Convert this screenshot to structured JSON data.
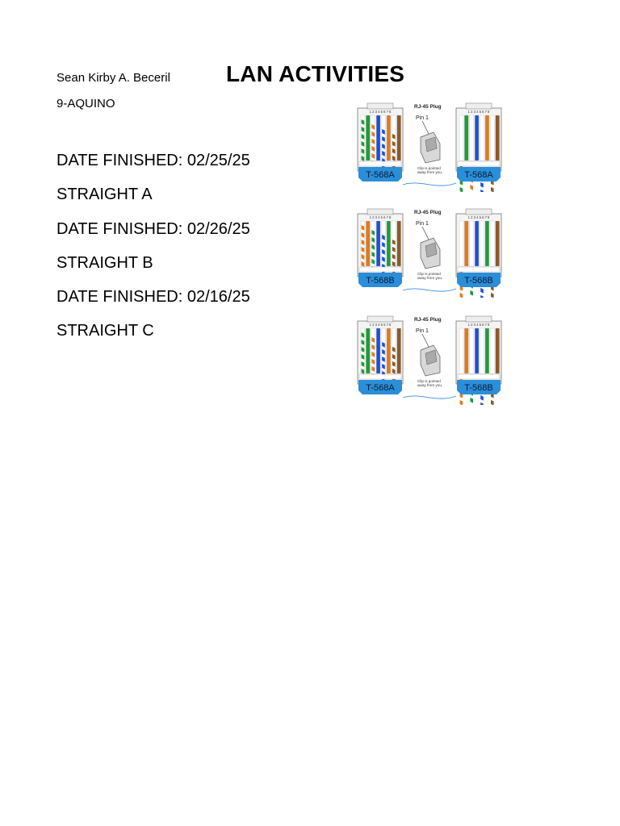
{
  "header": {
    "author": "Sean Kirby A. Beceril",
    "section": "9-AQUINO",
    "title": "LAN ACTIVITIES"
  },
  "entries": [
    "DATE FINISHED: 02/25/25",
    "STRAIGHT A",
    "DATE FINISHED: 02/26/25",
    "STRAIGHT B",
    "DATE FINISHED: 02/16/25",
    "STRAIGHT C"
  ],
  "diagram_text": {
    "plug_title": "RJ-45 Plug",
    "pin_label": "Pin 1",
    "clip_note_line1": "Clip is pointed",
    "clip_note_line2": "away from you.",
    "pin_numbers": "1 2 3 4 5 6 7 8"
  },
  "diagrams": [
    {
      "left_label": "T-568A",
      "right_label": "T-568A",
      "left_std": "A",
      "right_std": "A"
    },
    {
      "left_label": "T-568B",
      "right_label": "T-568B",
      "left_std": "B",
      "right_std": "B"
    },
    {
      "left_label": "T-568A",
      "right_label": "T-568B",
      "left_std": "A",
      "right_std": "B"
    }
  ],
  "colors": {
    "label_blue": "#2a8ed8",
    "wire_green": "#1f9a3a",
    "wire_orange": "#e07a1f",
    "wire_blue": "#1f4fd6",
    "wire_brown": "#8a5a2b",
    "cable_blue": "#3a8ee0"
  }
}
